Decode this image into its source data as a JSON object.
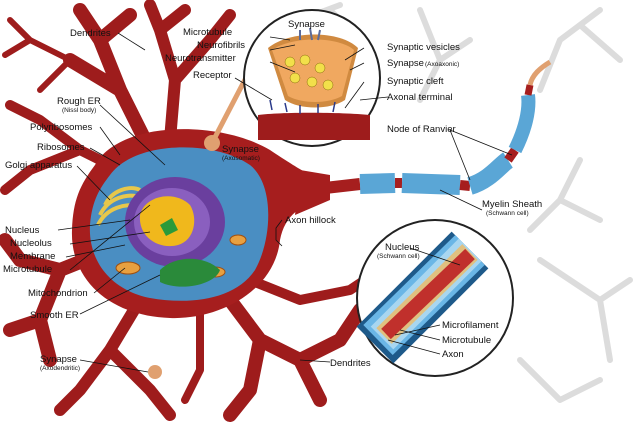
{
  "labels": {
    "dendrites_top": "Dendrites",
    "rough_er": "Rough ER",
    "rough_er_sub": "(Nissl body)",
    "polyribosomes": "Polyribosomes",
    "ribosomes": "Ribosomes",
    "golgi": "Golgi apparatus",
    "nucleus": "Nucleus",
    "nucleolus": "Nucleolus",
    "membrane": "Membrane",
    "microtubule_left": "Microtubule",
    "mitochondrion": "Mitochondrion",
    "smooth_er": "Smooth ER",
    "synapse_axodendritic": "Synapse",
    "synapse_axodendritic_sub": "(Axodendritic)",
    "synapse_axosomatic": "Synapse",
    "synapse_axosomatic_sub": "(Axosomatic)",
    "axon_hillock": "Axon hillock",
    "dendrites_bottom": "Dendrites",
    "microtubule_inset": "Microtubule",
    "neurofibrils": "Neurofibrils",
    "neurotransmitter": "Neurotransmitter",
    "receptor": "Receptor",
    "synapse_title": "Synapse",
    "synaptic_vesicles": "Synaptic vesicles",
    "synapse_axoaxonic": "Synapse",
    "synapse_axoaxonic_sub": "(Axoaxonic)",
    "synaptic_cleft": "Synaptic cleft",
    "axonal_terminal": "Axonal terminal",
    "node_of_ranvier": "Node of Ranvier",
    "myelin_sheath": "Myelin Sheath",
    "myelin_sheath_sub": "(Schwann cell)",
    "nucleus_schwann": "Nucleus",
    "nucleus_schwann_sub": "(Schwann cell)",
    "microfilament": "Microfilament",
    "microtubule_axon": "Microtubule",
    "axon": "Axon"
  },
  "colors": {
    "neuron": "#9e1c1c",
    "neuron_light": "#b83232",
    "cytoplasm": "#4a8ec2",
    "nucleus_envelope": "#6a3f9e",
    "nucleus_inner": "#f0b81c",
    "nucleolus": "#2a9a3a",
    "golgi": "#e8c74a",
    "myelin": "#5aa6d6",
    "synapse_knob": "#e0a070",
    "vesicle": "#f2e04a",
    "background_neuron": "#d9d9d9"
  }
}
